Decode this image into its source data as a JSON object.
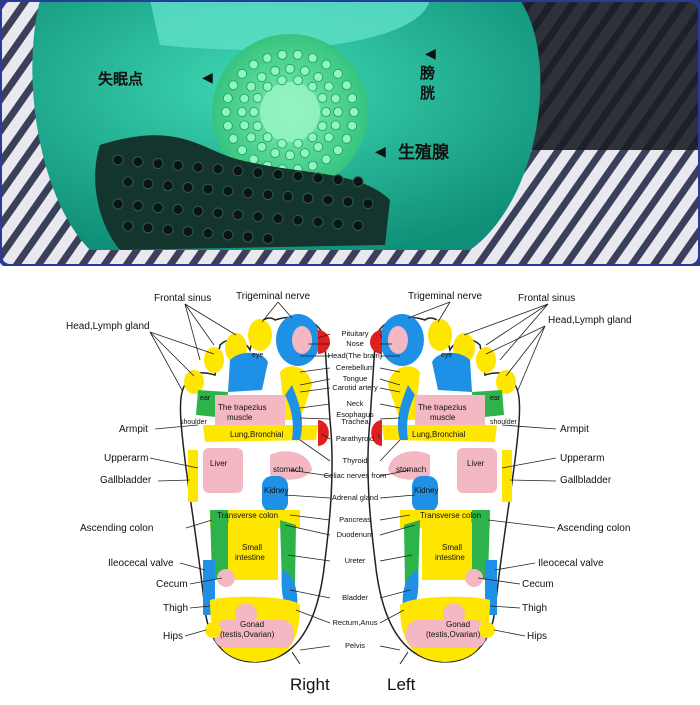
{
  "photo": {
    "chinese_labels": [
      "失眠点",
      "膀",
      "胱",
      "生殖腺"
    ]
  },
  "chart": {
    "foot_labels": [
      "Right",
      "Left"
    ],
    "left_labels": [
      "Frontal sinus",
      "Trigeminal nerve",
      "Head,Lymph gland",
      "Armpit",
      "Upperarm",
      "Gallbladder",
      "Ascending colon",
      "Ileocecal valve",
      "Cecum",
      "Thigh",
      "Hips"
    ],
    "right_labels": [
      "Trigeminal nerve",
      "Frontal sinus",
      "Head,Lymph gland",
      "Armpit",
      "Upperarm",
      "Gallbladder",
      "Ascending colon",
      "Ileocecal valve",
      "Cecum",
      "Thigh",
      "Hips"
    ],
    "center_labels": [
      "Pituitary",
      "Nose",
      "Head(The brain)",
      "Cerebellum",
      "Tongue",
      "Carotid artery",
      "Neck",
      "Esophagus",
      "Trachea",
      "Parathyroid",
      "Thyroid",
      "Celiac nerves from",
      "Adrenal gland",
      "Pancreas",
      "Duodenum",
      "Ureter",
      "Bladder",
      "Rectum,Anus",
      "Pelvis"
    ],
    "zone_labels": [
      "eye",
      "ear",
      "The trapezius",
      "muscle",
      "shoulder",
      "Lung,Bronchial",
      "Liver",
      "stomach",
      "Kidney",
      "Transverse colon",
      "Small",
      "intestine",
      "Gonad",
      "(testis,Ovarian)"
    ],
    "colors": {
      "yellow": "#ffe600",
      "green": "#2db34a",
      "blue": "#1e90e6",
      "pink": "#f3b8c2",
      "red": "#e02020",
      "mat": "#1fb39a",
      "frame": "#2a3a9a"
    }
  }
}
